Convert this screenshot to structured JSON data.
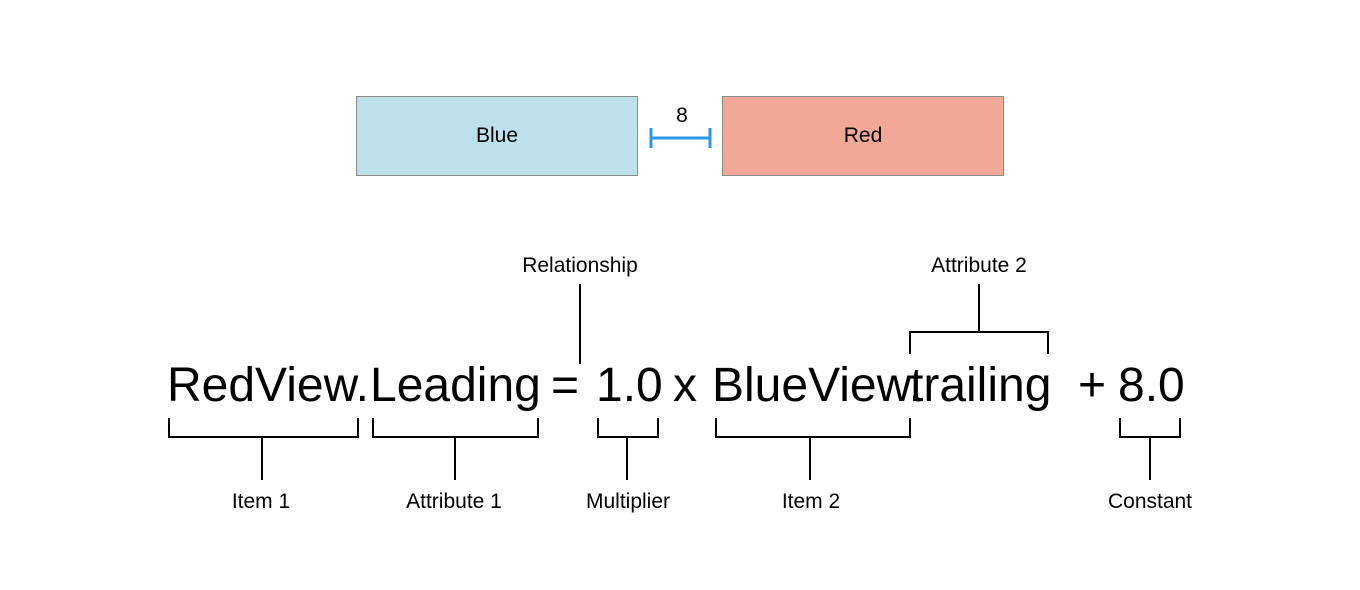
{
  "views": {
    "blue": {
      "label": "Blue",
      "color": "#bde0eb"
    },
    "red": {
      "label": "Red",
      "color": "#f2a898"
    },
    "spacing": "8",
    "spacing_color": "#2a97e0"
  },
  "equation": {
    "item1": "RedView.",
    "attribute1": "Leading",
    "relation": "=",
    "multiplier": "1.0",
    "operator": "x",
    "item2": "BlueView.",
    "attribute2": "trailing",
    "plus": "+",
    "constant": "8.0"
  },
  "labels": {
    "relationship": "Relationship",
    "attribute2": "Attribute 2",
    "item1": "Item 1",
    "attribute1": "Attribute 1",
    "multiplier": "Multiplier",
    "item2": "Item 2",
    "constant": "Constant"
  }
}
